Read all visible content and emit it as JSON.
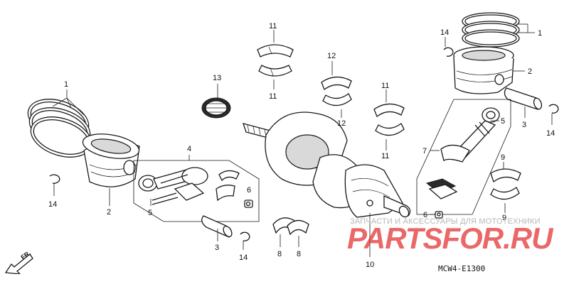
{
  "callouts": {
    "c1_left": "1",
    "c2_left": "2",
    "c14_left": "14",
    "c4": "4",
    "c5_left": "5",
    "c6_left": "6",
    "c3_left": "3",
    "c14_mid": "14",
    "c13": "13",
    "c11_top": "11",
    "c11_top2": "11",
    "c12_top": "12",
    "c12_mid": "12",
    "c11_right1": "11",
    "c11_right2": "11",
    "c8_a": "8",
    "c8_b": "8",
    "c10": "10",
    "c6_right": "6",
    "c9_top": "9",
    "c9_bottom": "9",
    "c7": "7",
    "c5_right": "5",
    "c3_right": "3",
    "c14_right_bottom": "14",
    "c14_right_top": "14",
    "c1_right": "1",
    "c2_right": "2"
  },
  "watermark": {
    "tagline": "ЗАПЧАСТИ И АКСЕССУАРЫ ДЛЯ МОТОТЕХНИКИ",
    "brand": "PARTSFOR.RU",
    "brand_color": "#e22e2e"
  },
  "diagram_code": "MCW4-E1300",
  "front_indicator": {
    "label": "FR.",
    "icon": "front-direction-arrow-icon"
  }
}
